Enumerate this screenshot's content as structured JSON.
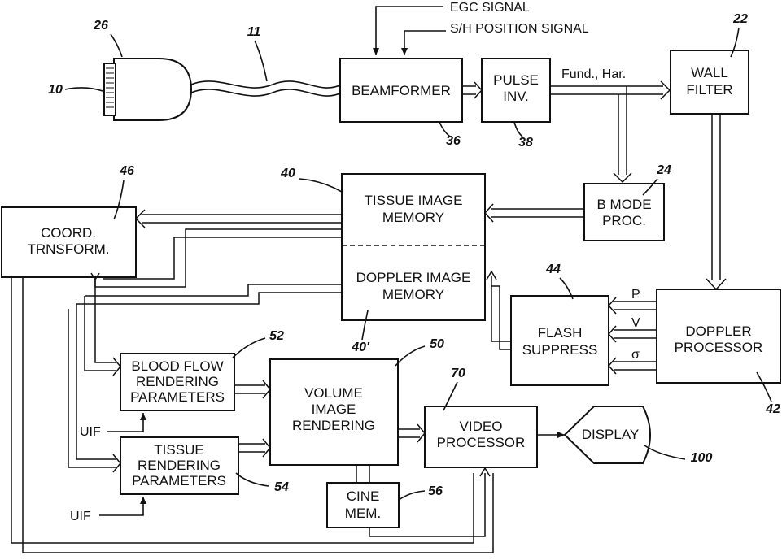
{
  "signals": {
    "egc": "EGC SIGNAL",
    "sh_position": "S/H POSITION SIGNAL",
    "fund_har": "Fund., Har.",
    "p": "P",
    "v": "V",
    "sigma": "σ",
    "uif_1": "UIF",
    "uif_2": "UIF"
  },
  "blocks": {
    "beamformer": [
      "BEAMFORMER"
    ],
    "pulse_inv": [
      "PULSE",
      "INV."
    ],
    "wall_filter": [
      "WALL",
      "FILTER"
    ],
    "b_mode_proc": [
      "B MODE",
      "PROC."
    ],
    "tissue_image_memory": [
      "TISSUE IMAGE",
      "MEMORY"
    ],
    "doppler_image_memory": [
      "DOPPLER IMAGE",
      "MEMORY"
    ],
    "coord_transform": [
      "COORD.",
      "TRNSFORM."
    ],
    "flash_suppress": [
      "FLASH",
      "SUPPRESS"
    ],
    "doppler_processor": [
      "DOPPLER",
      "PROCESSOR"
    ],
    "blood_flow_rendering": [
      "BLOOD FLOW",
      "RENDERING",
      "PARAMETERS"
    ],
    "tissue_rendering": [
      "TISSUE",
      "RENDERING",
      "PARAMETERS"
    ],
    "volume_image_rendering": [
      "VOLUME",
      "IMAGE",
      "RENDERING"
    ],
    "video_processor": [
      "VIDEO",
      "PROCESSOR"
    ],
    "cine_mem": [
      "CINE",
      "MEM."
    ],
    "display": [
      "DISPLAY"
    ]
  },
  "refs": {
    "r10": "10",
    "r11": "11",
    "r26": "26",
    "r22": "22",
    "r36": "36",
    "r38": "38",
    "r24": "24",
    "r40": "40",
    "r40p": "40'",
    "r46": "46",
    "r44": "44",
    "r42": "42",
    "r52": "52",
    "r50": "50",
    "r70": "70",
    "r54": "54",
    "r56": "56",
    "r100": "100"
  }
}
